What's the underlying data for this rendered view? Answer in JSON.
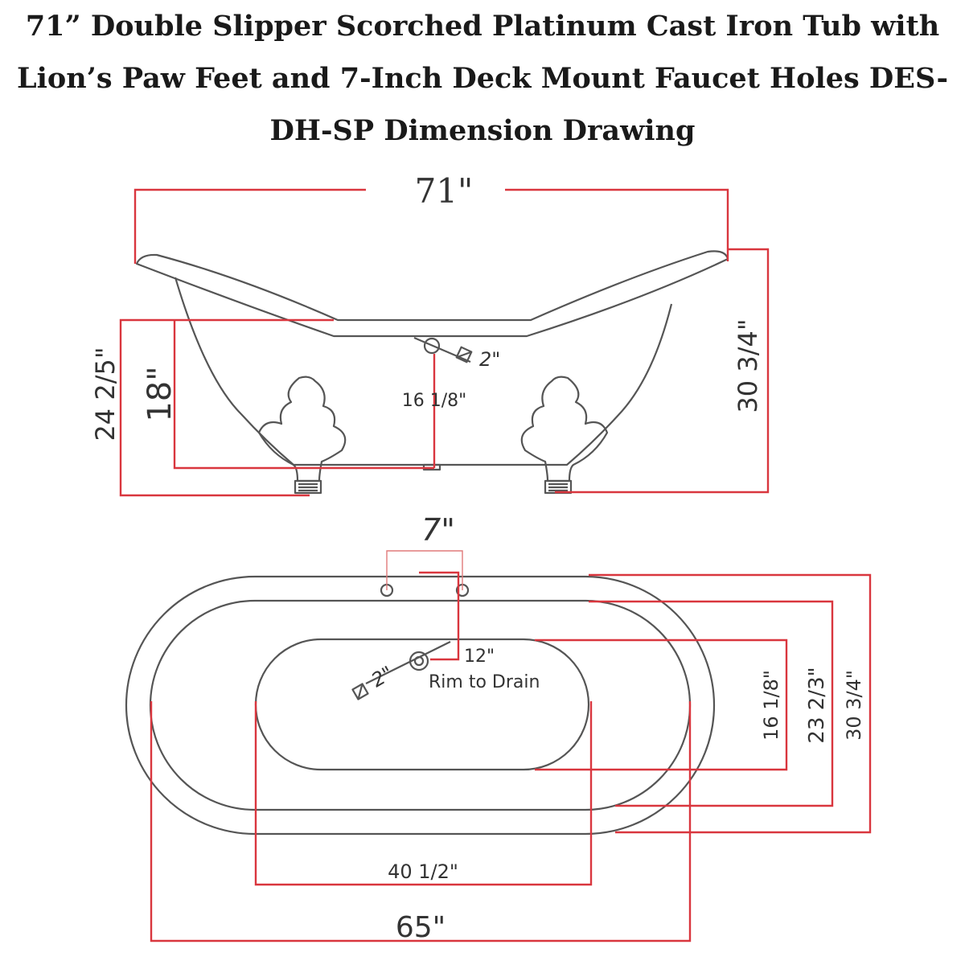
{
  "title": {
    "line1": "71” Double Slipper Scorched Platinum Cast Iron Tub with",
    "line2": "Lion’s Paw Feet and 7-Inch Deck Mount Faucet Holes DES-",
    "line3": "DH-SP Dimension Drawing"
  },
  "side_view": {
    "overall_length": "71\"",
    "overall_height_left": "24 2/5\"",
    "basin_height": "18\"",
    "overall_height_right": "30 3/4\"",
    "drain_size": "2\"",
    "drain_height": "16 1/8\""
  },
  "top_view": {
    "faucet_spacing": "7\"",
    "rim_to_drain_value": "12\"",
    "rim_to_drain_label": "Rim to Drain",
    "drain_size": "2\"",
    "inner_width": "16 1/8\"",
    "mid_width": "23 2/3\"",
    "outer_width": "30 3/4\"",
    "inner_length": "40 1/2\"",
    "outer_length": "65\""
  },
  "colors": {
    "dimension_line": "#d9363e",
    "outline": "#555555",
    "text": "#333333"
  }
}
